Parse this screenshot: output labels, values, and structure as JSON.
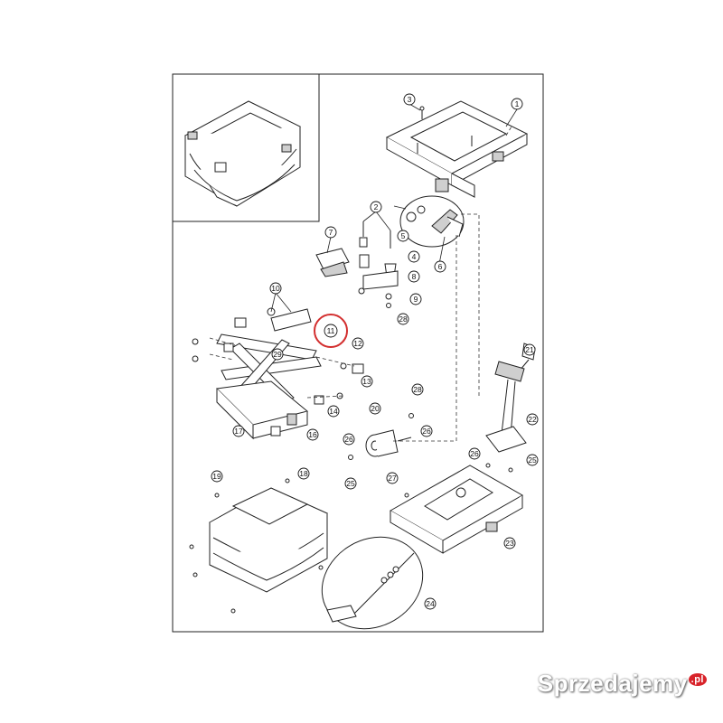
{
  "diagram": {
    "part_numbers": [
      "1",
      "2",
      "3",
      "4",
      "5",
      "6",
      "7",
      "8",
      "9",
      "10",
      "11",
      "12",
      "13",
      "14",
      "16",
      "17",
      "18",
      "19",
      "20",
      "21",
      "22",
      "23",
      "24",
      "25",
      "25",
      "26",
      "26",
      "26",
      "27",
      "28",
      "28",
      "29"
    ],
    "highlighted_part": "11",
    "colors": {
      "line": "#222222",
      "highlight": "#d32f2f",
      "paper": "#ffffff"
    }
  },
  "watermark": {
    "text": "Sprzedajemy",
    "suffix": ".pl"
  }
}
